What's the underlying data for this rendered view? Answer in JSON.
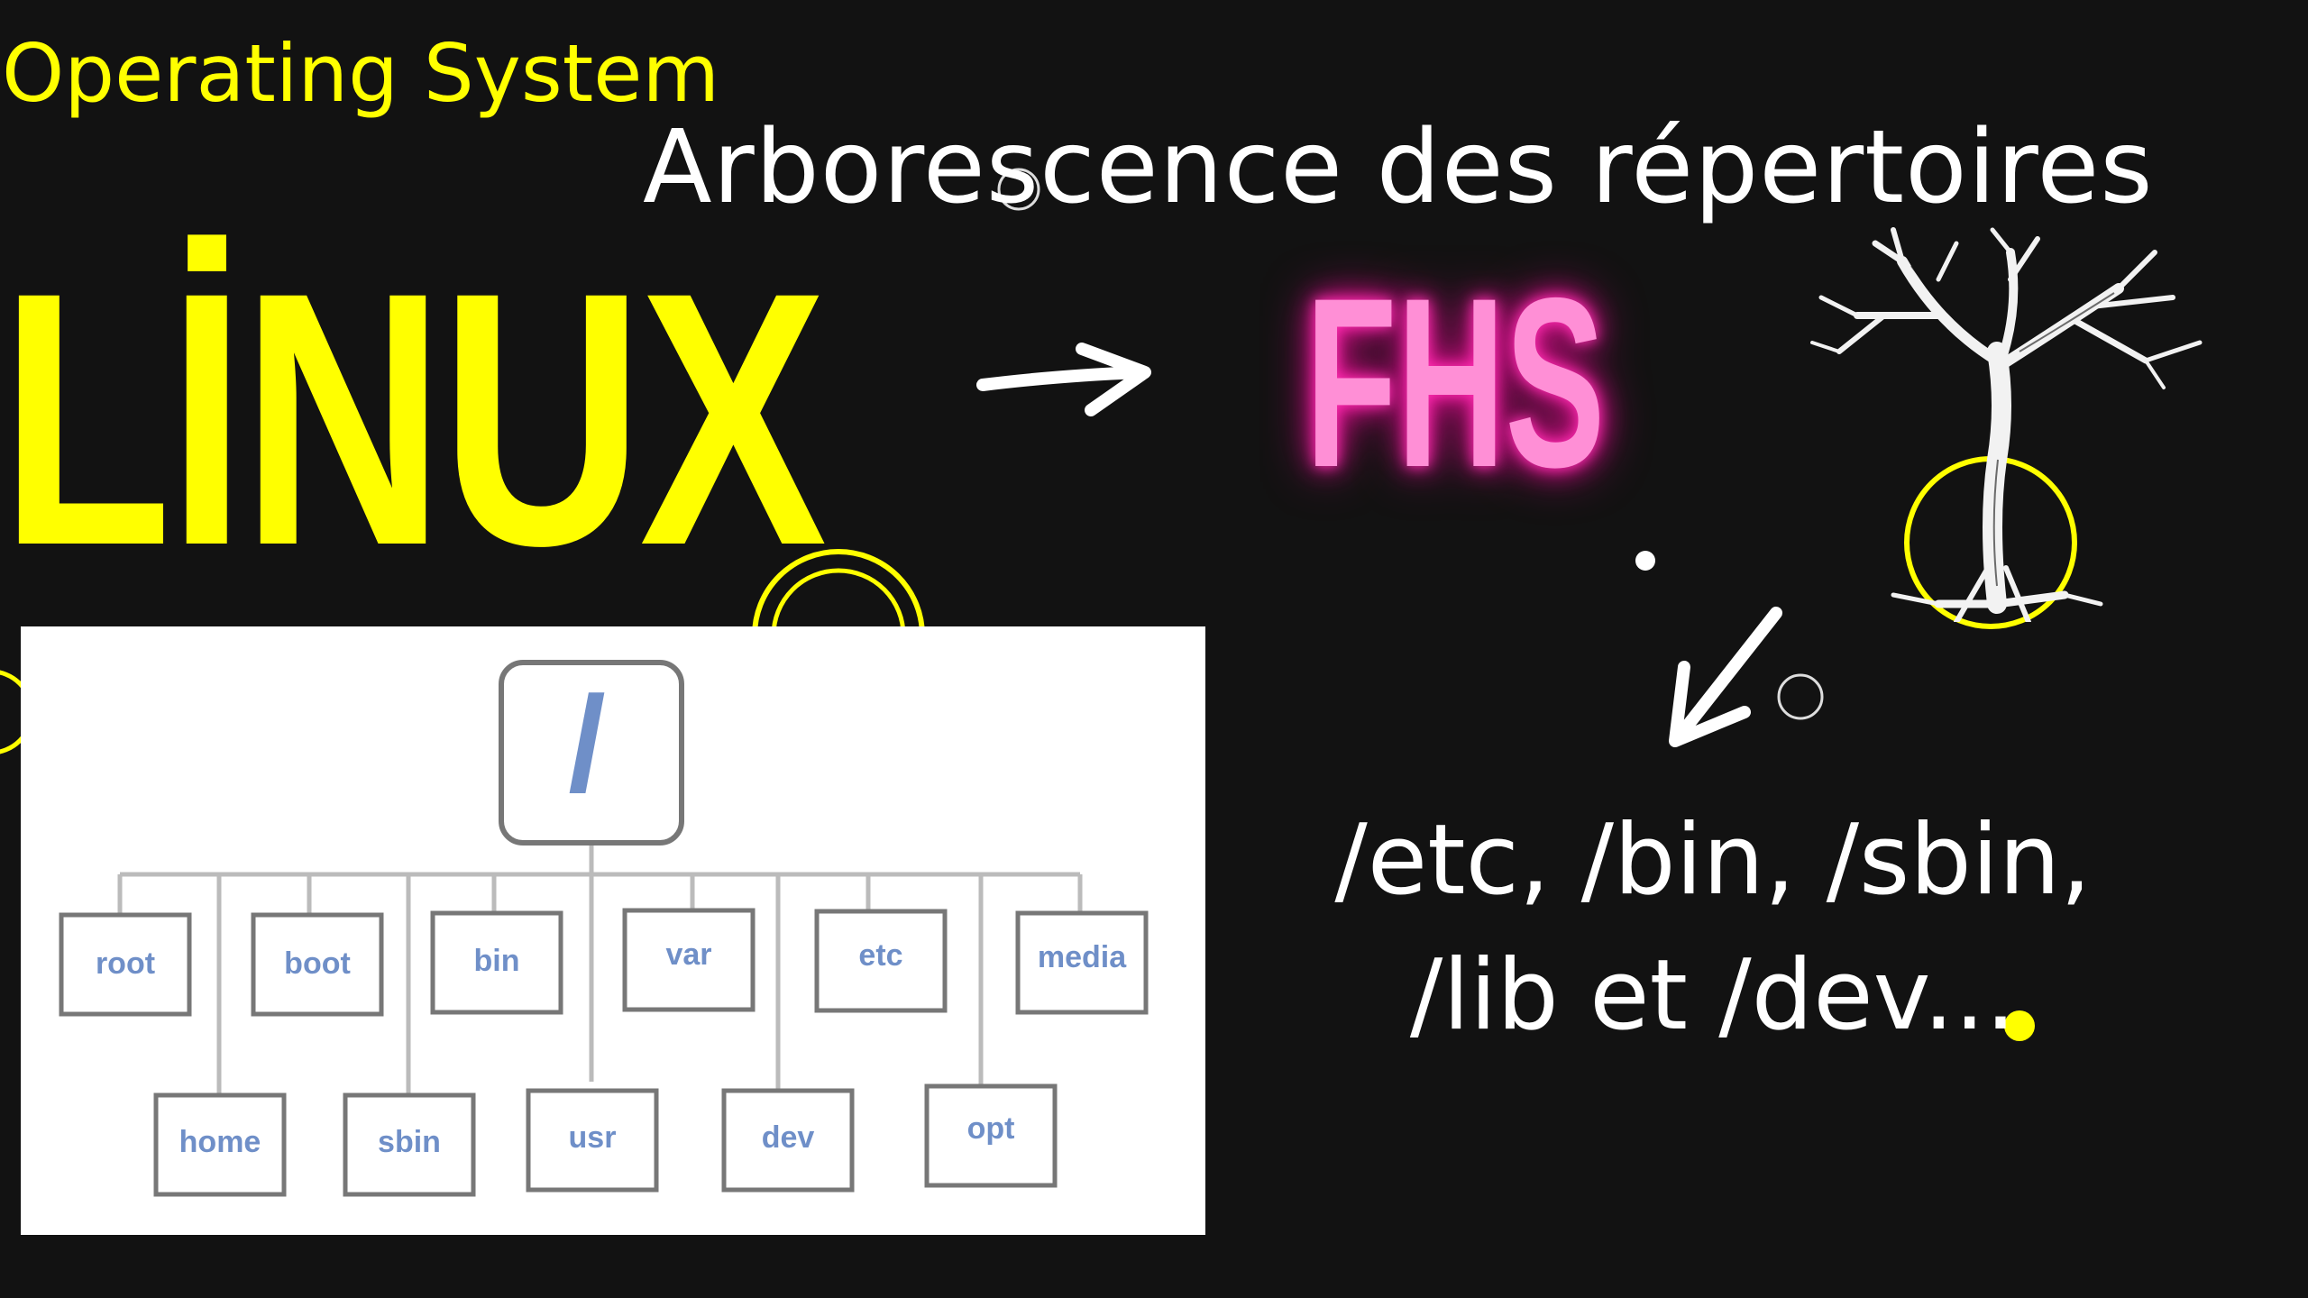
{
  "header": {
    "subtitle": "Operating System",
    "title": "Arborescence des répertoires"
  },
  "main": {
    "brand": "LİNUX",
    "standard": "FHS",
    "dirs_line1": "/etc, /bin, /sbin,",
    "dirs_line2": "/lib et /dev..."
  },
  "tree": {
    "root": "/",
    "level1": [
      "root",
      "boot",
      "bin",
      "var",
      "etc",
      "media"
    ],
    "level2": [
      "home",
      "sbin",
      "usr",
      "dev",
      "opt"
    ]
  },
  "colors": {
    "background": "#121212",
    "accent_yellow": "#ffff00",
    "neon_pink": "#ff8fd6",
    "diagram_text": "#6f8fc8"
  },
  "icons": [
    "tree-icon",
    "arrow-right-icon",
    "arrow-down-left-icon",
    "circle-decoration-icon"
  ]
}
